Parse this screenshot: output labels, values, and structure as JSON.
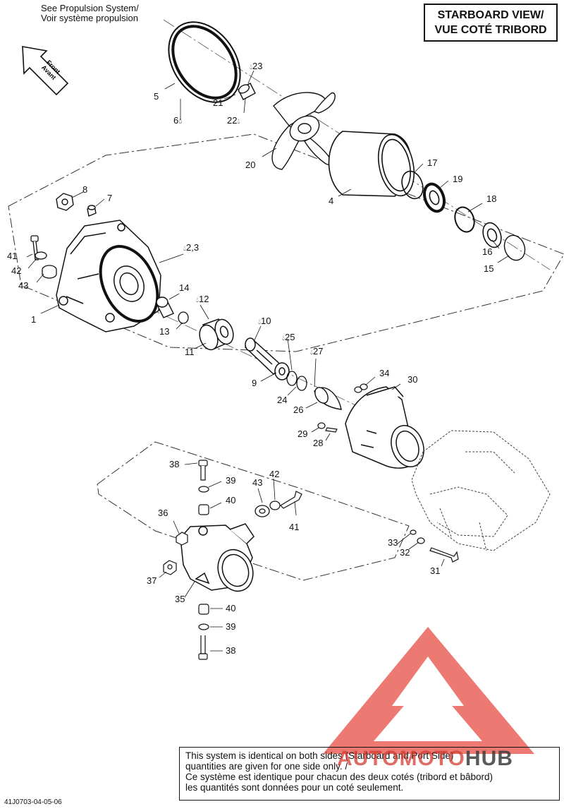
{
  "header": {
    "see_line1": "See Propulsion System/",
    "see_line2": "Voir système propulsion",
    "view_line1": "STARBOARD VIEW/",
    "view_line2": "VUE COTÉ TRIBORD"
  },
  "front_arrow": {
    "line1": "Front",
    "line2": "Avant"
  },
  "callouts": [
    {
      "text": "5"
    },
    {
      "text": "6",
      "oil": true
    },
    {
      "text": "23",
      "oil": true
    },
    {
      "text": "21"
    },
    {
      "text": "22",
      "oil": true
    },
    {
      "text": "20"
    },
    {
      "text": "4"
    },
    {
      "text": "17"
    },
    {
      "text": "19"
    },
    {
      "text": "18"
    },
    {
      "text": "16"
    },
    {
      "text": "15"
    },
    {
      "text": "8"
    },
    {
      "text": "7"
    },
    {
      "text": "2,3",
      "oil": true
    },
    {
      "text": "41"
    },
    {
      "text": "42"
    },
    {
      "text": "43"
    },
    {
      "text": "1"
    },
    {
      "text": "14"
    },
    {
      "text": "12",
      "oil": true
    },
    {
      "text": "13"
    },
    {
      "text": "10",
      "oil": true
    },
    {
      "text": "11"
    },
    {
      "text": "25",
      "oil": true
    },
    {
      "text": "27",
      "oil": true
    },
    {
      "text": "9"
    },
    {
      "text": "24"
    },
    {
      "text": "26"
    },
    {
      "text": "34"
    },
    {
      "text": "30"
    },
    {
      "text": "29"
    },
    {
      "text": "28"
    },
    {
      "text": "38"
    },
    {
      "text": "39"
    },
    {
      "text": "42"
    },
    {
      "text": "43"
    },
    {
      "text": "40"
    },
    {
      "text": "41"
    },
    {
      "text": "36"
    },
    {
      "text": "33"
    },
    {
      "text": "32"
    },
    {
      "text": "31"
    },
    {
      "text": "37"
    },
    {
      "text": "35"
    },
    {
      "text": "40"
    },
    {
      "text": "39"
    },
    {
      "text": "38"
    }
  ],
  "note": {
    "line1": "This system is identical on both sides (Starboard and Port Side)",
    "line2": "quantities are given for one side only. /",
    "line3": "Ce système est identique pour chacun des deux cotés (tribord et bâbord)",
    "line4": "les quantités sont données pour un coté seulement."
  },
  "reference": "41J0703-04-05-06",
  "watermark": {
    "brand_a": "AUTOMOTO",
    "brand_b": "HUB",
    "color": "#e0392e"
  }
}
